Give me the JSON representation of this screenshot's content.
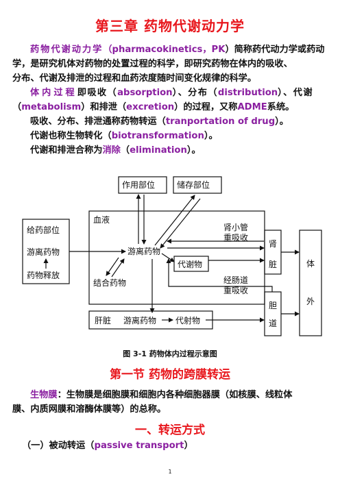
{
  "chapter_title": "第三章    药物代谢动力学",
  "intro": {
    "term": "药物代谢动力学",
    "open": "（",
    "term_en": "pharmacokinetics，PK",
    "rest1": "）简称药代动力学或药动",
    "line2": "学，是研究机体对药物的处置过程的科学，即研究药物在体内的吸收、",
    "line3": "分布、代谢及排泄的过程和血药浓度随时间变化规律的科学。"
  },
  "process": {
    "term": "体内过程",
    "t1": "即吸收（",
    "absorption": "absorption",
    "t2": "）、分布（",
    "distribution": "distribution",
    "t3": "）、代谢",
    "t4": "（",
    "metabolism": "metabolism",
    "t5": "）和排泄（",
    "excretion": "excretion",
    "t6": "）的过程，又称",
    "adme": "ADME",
    "t7": "系统。"
  },
  "transport": {
    "t1": "吸收、分布、排泄通称药物转运（",
    "en": "tranportation of drug",
    "t2": "）。"
  },
  "biotrans": {
    "t1": "代谢也称生物转化（",
    "en": "biotransformation",
    "t2": "）。"
  },
  "elim": {
    "t1": "代谢和排泄合称为",
    "term": "消除",
    "t2": "（",
    "en": "elimination",
    "t3": "）。"
  },
  "diagram": {
    "site_action": "作用部位",
    "site_storage": "储存部位",
    "admin_site": "给药部位",
    "free_drug_left": "游离药物",
    "drug_release": "药物释放",
    "blood": "血液",
    "free_drug_center": "游离药物",
    "bound_drug": "结合药物",
    "metabolite": "代谢物",
    "renal_tubule_1": "肾小管",
    "renal_tubule_2": "重吸收",
    "enterohepatic_1": "经肠道",
    "enterohepatic_2": "重吸收",
    "kidney_1": "肾",
    "kidney_2": "脏",
    "bile_1": "胆",
    "bile_2": "道",
    "outside_1": "体",
    "outside_2": "外",
    "liver": "肝脏",
    "liver_free_drug": "游离药物",
    "liver_metabolite": "代射物"
  },
  "figure_caption": "图 3-1    药物体内过程示意图",
  "section_title": "第一节    药物的跨膜转运",
  "membrane": {
    "term": "生物膜",
    "line1_rest": "：生物膜是细胞膜和细胞内各种细胞器膜（如核膜、线粒体",
    "line2": "膜、内质网膜和溶酶体膜等）的总称。"
  },
  "subsection_title": "一、转运方式",
  "passive": {
    "t1": "（一）被动转运（",
    "en": "passive transport",
    "t2": "）"
  },
  "page_number": "1"
}
